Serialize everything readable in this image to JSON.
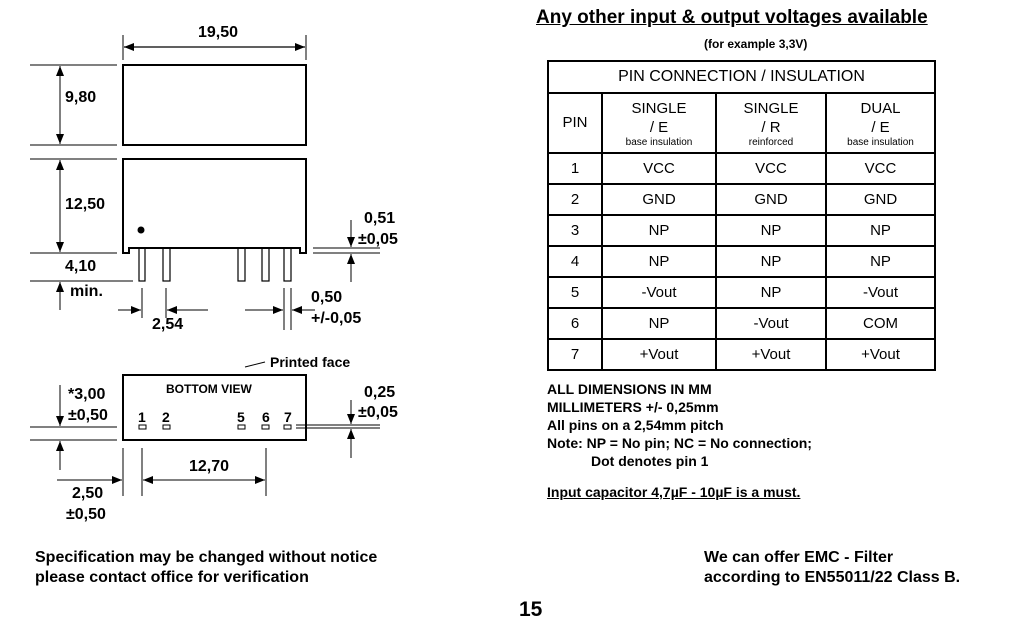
{
  "drawing": {
    "top_view": {
      "width_label": "19,50",
      "height_label": "9,80"
    },
    "side_view": {
      "height_label": "12,50",
      "pin_length_label": "4,10",
      "pin_length_suffix": "min.",
      "pin_pitch_label": "2,54",
      "pin_width_label": "0,50",
      "pin_width_tol": "+/-0,05",
      "pin_thickness_label": "0,51",
      "pin_thickness_tol": "±0,05"
    },
    "bottom_view": {
      "title": "BOTTOM  VIEW",
      "printed_face": "Printed face",
      "pins": [
        "1",
        "2",
        "5",
        "6",
        "7"
      ],
      "standoff_label": "*3,00",
      "standoff_tol": "±0,50",
      "pad_label": "0,25",
      "pad_tol": "±0,05",
      "span_label": "12,70",
      "offset_label": "2,50",
      "offset_tol": "±0,50"
    }
  },
  "heading": "Any other input & output voltages available",
  "subheading": "(for example 3,3V)",
  "table": {
    "title": "PIN  CONNECTION  / INSULATION",
    "headers": [
      {
        "l1": "PIN",
        "l2": "",
        "l3": ""
      },
      {
        "l1": "SINGLE",
        "l2": "/ E",
        "l3": "base insulation"
      },
      {
        "l1": "SINGLE",
        "l2": "/ R",
        "l3": "reinforced"
      },
      {
        "l1": "DUAL",
        "l2": "/ E",
        "l3": "base insulation"
      }
    ],
    "rows": [
      [
        "1",
        "VCC",
        "VCC",
        "VCC"
      ],
      [
        "2",
        "GND",
        "GND",
        "GND"
      ],
      [
        "3",
        "NP",
        "NP",
        "NP"
      ],
      [
        "4",
        "NP",
        "NP",
        "NP"
      ],
      [
        "5",
        "-Vout",
        "NP",
        "-Vout"
      ],
      [
        "6",
        "NP",
        "-Vout",
        "COM"
      ],
      [
        "7",
        "+Vout",
        "+Vout",
        "+Vout"
      ]
    ]
  },
  "notes": [
    "ALL  DIMENSIONS  IN  MM",
    "MILLIMETERS  +/- 0,25mm",
    "All pins on a 2,54mm pitch",
    "Note: NP = No pin; NC = No connection;",
    "Dot denotes pin 1"
  ],
  "capacitor_note": "Input capacitor 4,7µF - 10µF is a must.",
  "footer_left": [
    "Specification may be changed without notice",
    "please contact office for verification"
  ],
  "footer_right": [
    "We can offer EMC - Filter",
    "according to EN55011/22 Class B."
  ],
  "page_number": "15"
}
